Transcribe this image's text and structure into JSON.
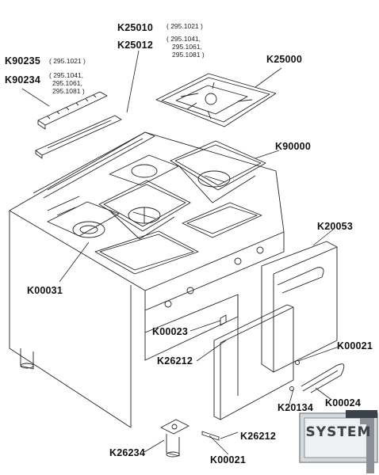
{
  "diagram": {
    "labels": {
      "k25010": "K25010",
      "k25010_v1": "( 295.1021 )",
      "k25010_v2": "( 295.1041,",
      "k25010_v3": "295.1061,",
      "k25010_v4": "295.1081 )",
      "k25012": "K25012",
      "k90235": "K90235",
      "k90235_v": "( 295.1021 )",
      "k90234": "K90234",
      "k90234_v1": "( 295.1041,",
      "k90234_v2": "295.1061,",
      "k90234_v3": "295.1081 )",
      "k25000": "K25000",
      "k90000": "K90000",
      "k20053": "K20053",
      "k00031": "K00031",
      "k00023": "K00023",
      "k26212_a": "K26212",
      "k00021_a": "K00021",
      "k20134": "K20134",
      "k00024": "K00024",
      "k26212_b": "K26212",
      "k26234": "K26234",
      "k00021_b": "K00021"
    },
    "logo": {
      "text": "SYSTEM",
      "colors": {
        "metal": "#8a9096",
        "dark": "#3a4148",
        "light": "#d7dadd"
      }
    }
  }
}
